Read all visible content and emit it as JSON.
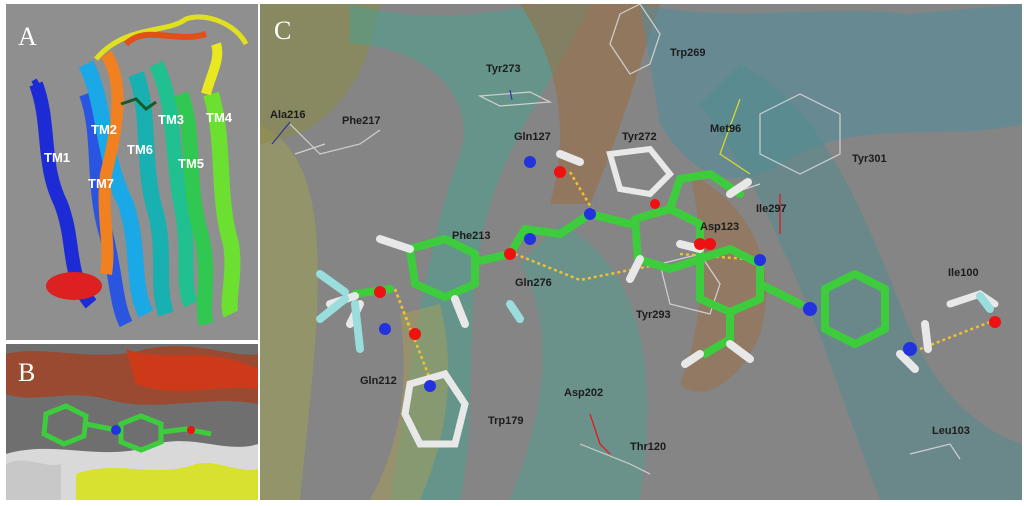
{
  "panels": {
    "a": {
      "letter": "A"
    },
    "b": {
      "letter": "B"
    },
    "c": {
      "letter": "C"
    }
  },
  "helix_labels": [
    "TM1",
    "TM2",
    "TM3",
    "TM4",
    "TM5",
    "TM6",
    "TM7"
  ],
  "residue_labels": {
    "ala216": "Ala216",
    "phe217": "Phe217",
    "tyr273": "Tyr273",
    "trp269": "Trp269",
    "gln127": "Gln127",
    "tyr272": "Tyr272",
    "met96": "Met96",
    "tyr301": "Tyr301",
    "ile297": "Ile297",
    "asp123": "Asp123",
    "phe213": "Phe213",
    "gln276": "Gln276",
    "ile100": "Ile100",
    "tyr293": "Tyr293",
    "gln212": "Gln212",
    "asp202": "Asp202",
    "trp179": "Trp179",
    "thr120": "Thr120",
    "leu103": "Leu103"
  },
  "colors": {
    "carbon": "#3ccc3c",
    "nitrogen": "#2233dd",
    "oxygen": "#ee1111",
    "hydrogen": "#e8e8e8",
    "fluorine": "#99dddd",
    "sulfur": "#dddd22",
    "hbond": "#f0c030"
  }
}
